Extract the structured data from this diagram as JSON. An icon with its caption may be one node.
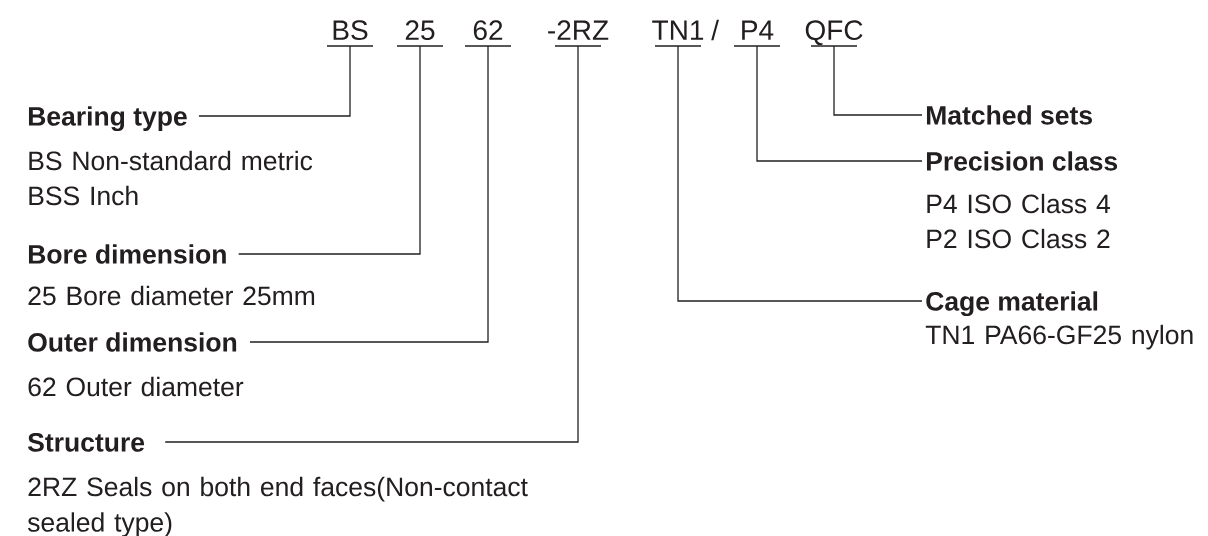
{
  "diagram": {
    "nodes": [
      {
        "text": [
          "BS"
        ]
      },
      {
        "text": [
          "25"
        ]
      },
      {
        "text": [
          "62"
        ]
      },
      {
        "text": [
          "-2RZ"
        ]
      },
      {
        "text": [
          "TN1"
        ]
      },
      {
        "text": [
          "P4"
        ]
      },
      {
        "text": [
          "QFC"
        ]
      },
      {
        "text": [
          "Bearing type"
        ],
        "beside": [
          "BS Non-standard metric",
          "BSS Inch"
        ]
      },
      {
        "text": [
          "Matched sets"
        ]
      },
      {
        "text": [
          "Precision class"
        ],
        "beside": [
          "P4 ISO Class 4",
          "P2 ISO Class 2"
        ]
      },
      {
        "text": [
          "Bore dimension"
        ],
        "beside": [
          "25 Bore diameter 25mm"
        ]
      },
      {
        "text": [
          "Cage material"
        ],
        "beside": [
          "TN1 PA66-GF25 nylon"
        ]
      },
      {
        "text": [
          "Outer dimension"
        ],
        "beside": [
          "62 Outer diameter"
        ]
      },
      {
        "text": [
          "Structure"
        ],
        "beside": [
          "2RZ Seals on both end faces(Non-contact sealed type)"
        ]
      }
    ],
    "edges": [
      {
        "from": 7,
        "to": 0,
        "arrow": "none"
      },
      {
        "from": 8,
        "to": 6,
        "arrow": "none"
      },
      {
        "from": 9,
        "to": 5,
        "arrow": "none"
      },
      {
        "from": 10,
        "to": 1,
        "arrow": "none"
      },
      {
        "from": 11,
        "to": 4,
        "arrow": "none"
      },
      {
        "from": 12,
        "to": 2,
        "arrow": "none"
      },
      {
        "from": 13,
        "to": 3,
        "arrow": "none"
      }
    ],
    "labels": [
      "/"
    ]
  }
}
